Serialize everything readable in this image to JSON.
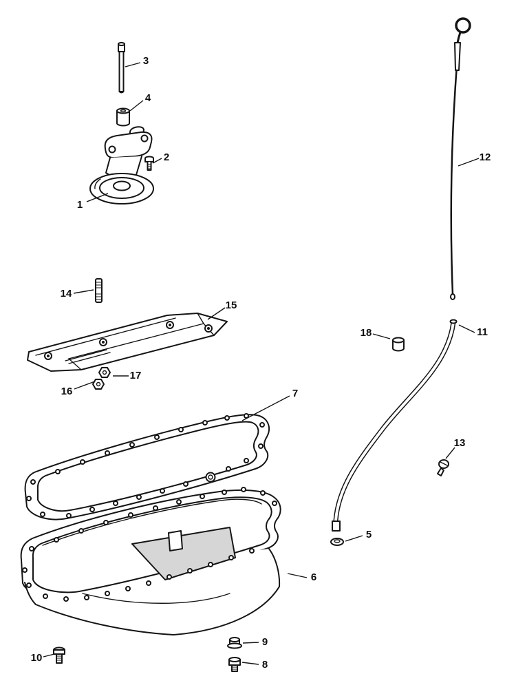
{
  "page": {
    "background": "#ffffff",
    "line_color": "#151515"
  },
  "diagram": {
    "callouts": [
      {
        "num": "1"
      },
      {
        "num": "2"
      },
      {
        "num": "3"
      },
      {
        "num": "4"
      },
      {
        "num": "5"
      },
      {
        "num": "6"
      },
      {
        "num": "7"
      },
      {
        "num": "8"
      },
      {
        "num": "9"
      },
      {
        "num": "10"
      },
      {
        "num": "11"
      },
      {
        "num": "12"
      },
      {
        "num": "13"
      },
      {
        "num": "14"
      },
      {
        "num": "15"
      },
      {
        "num": "16"
      },
      {
        "num": "17"
      },
      {
        "num": "18"
      }
    ]
  }
}
